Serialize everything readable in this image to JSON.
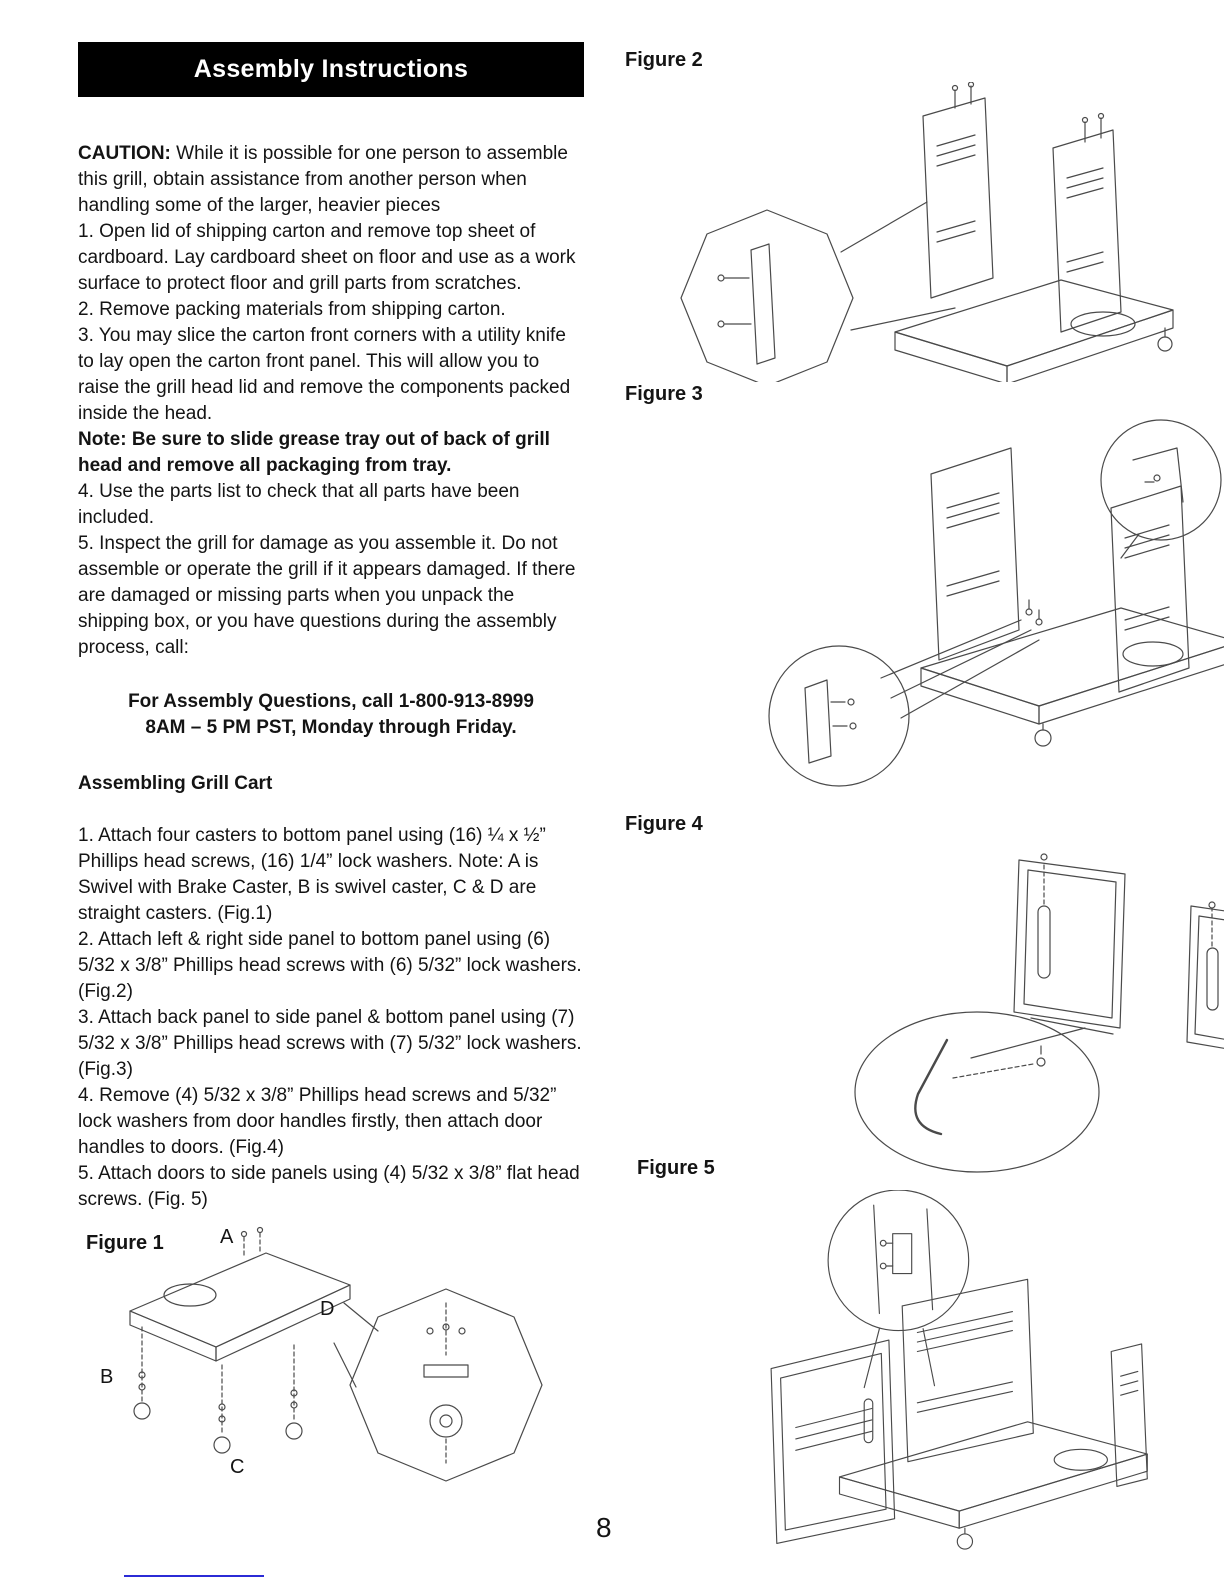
{
  "banner": {
    "title": "Assembly Instructions"
  },
  "caution": {
    "label": "CAUTION:",
    "text": " While it is possible for one person to assemble this grill, obtain assistance from another person when handling some of the larger, heavier pieces"
  },
  "intro_steps": [
    "1. Open lid of shipping carton and remove top sheet of cardboard. Lay cardboard sheet on floor and use as a work surface to protect floor and grill parts from scratches.",
    "2. Remove packing materials from shipping carton.",
    "3. You may slice the carton front corners with a utility knife to lay open the carton front panel. This will allow you to raise the grill head lid and remove the components packed inside the head."
  ],
  "note": "Note: Be sure to slide grease tray out of back of grill head and remove all packaging from tray.",
  "intro_steps2": [
    "4. Use the parts list to check that all parts have been included.",
    "5. Inspect the grill for damage as you assemble it. Do not assemble or operate the grill if it appears damaged. If there are damaged or missing parts when you unpack the shipping box, or you have questions during the assembly process, call:"
  ],
  "phone": {
    "line1": "For Assembly Questions, call 1-800-913-8999",
    "line2": "8AM – 5 PM PST, Monday through Friday."
  },
  "section_heading": "Assembling Grill Cart",
  "cart_steps": [
    "1. Attach four casters to bottom panel using (16) ¼ x ½” Phillips head screws, (16) 1/4” lock washers. Note: A is Swivel with Brake Caster, B is swivel caster, C & D are straight casters. (Fig.1)",
    "2. Attach left & right side panel to bottom panel using (6) 5/32 x 3/8” Phillips head screws with (6) 5/32” lock washers. (Fig.2)",
    "3. Attach back panel to side panel & bottom panel using (7) 5/32 x 3/8” Phillips head screws with (7) 5/32” lock washers. (Fig.3)",
    "4. Remove (4) 5/32 x 3/8” Phillips head screws and 5/32” lock washers from door handles firstly, then attach door handles to doors. (Fig.4)",
    "5. Attach doors to side panels using (4) 5/32 x 3/8” flat head screws. (Fig. 5)"
  ],
  "figures": {
    "fig1": {
      "label": "Figure 1",
      "callouts": {
        "a": "A",
        "b": "B",
        "c": "C",
        "d": "D"
      }
    },
    "fig2": {
      "label": "Figure 2"
    },
    "fig3": {
      "label": "Figure 3"
    },
    "fig4": {
      "label": "Figure 4"
    },
    "fig5": {
      "label": "Figure 5"
    }
  },
  "page": {
    "number": "8"
  }
}
